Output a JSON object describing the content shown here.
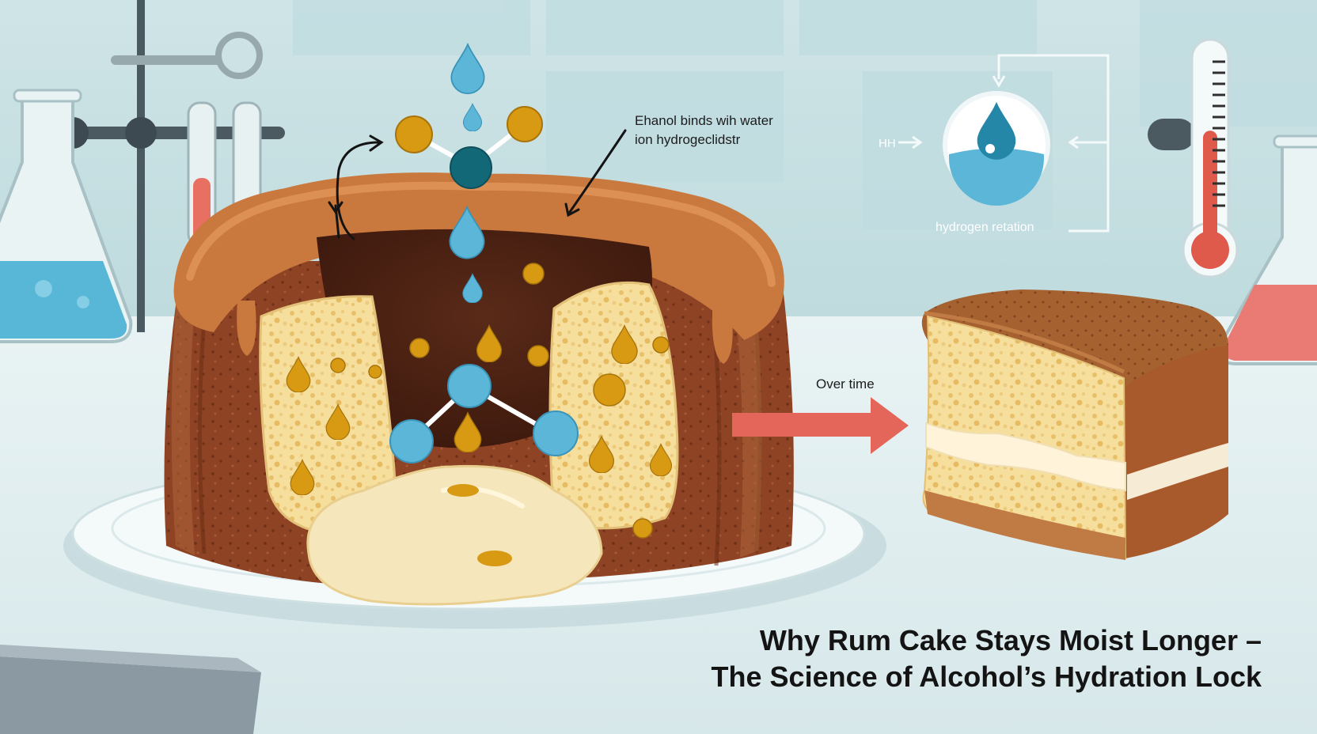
{
  "annotations": {
    "ethanol_line1": "Ehanol binds wih water",
    "ethanol_line2": "ion hydrogeclidstr",
    "hydrogen_retention": "hydrogen retation",
    "hh_marker": "HH",
    "over_time": "Over time"
  },
  "title": {
    "line1": "Why Rum Cake Stays Moist Longer –",
    "line2": "The Science of Alcohol’s Hydration Lock"
  },
  "thermometer": {
    "fill_level": 0.6
  },
  "colors": {
    "background": "#dfeef0",
    "water_blue": "#5bb6d8",
    "molecule_teal": "#136878",
    "rum_gold": "#d79a12",
    "cake_brown": "#a85a2c",
    "crumb": "#f4d88a",
    "arrow_red": "#e4665a",
    "thermo_red": "#e05a4c"
  }
}
